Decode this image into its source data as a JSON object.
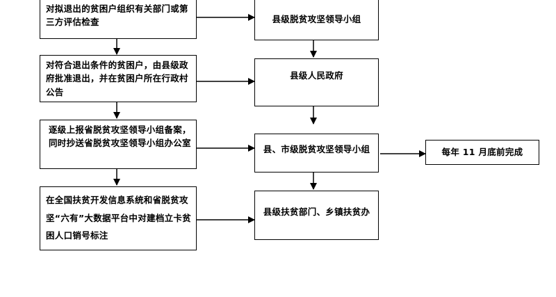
{
  "left_steps": [
    {
      "text": "对拟退出的贫困户组织有关部门或第三方评估检查"
    },
    {
      "text": "对符合退出条件的贫困户，由县级政府批准退出，并在贫困户所在行政村公告"
    },
    {
      "text": "逐级上报省脱贫攻坚领导小组备案，同时抄送省脱贫攻坚领导小组办公室"
    },
    {
      "text": "在全国扶贫开发信息系统和省脱贫攻坚“六有”大数据平台中对建档立卡贫困人口销号标注"
    }
  ],
  "right_actors": [
    {
      "text": "县级脱贫攻坚领导小组"
    },
    {
      "text": "县级人民政府"
    },
    {
      "text": "县、市级脱贫攻坚领导小组"
    },
    {
      "text": "县级扶贫部门、乡镇扶贫办"
    }
  ],
  "deadline": {
    "text": "每年 11 月底前完成"
  }
}
